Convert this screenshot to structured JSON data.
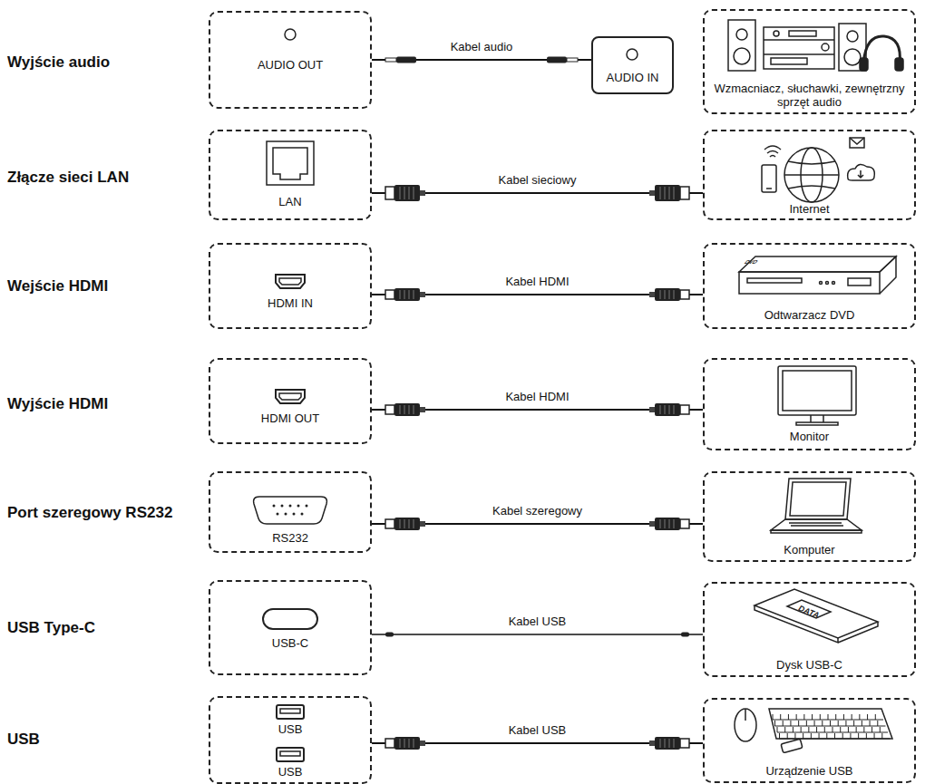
{
  "diagram": {
    "nodes": [
      {
        "text": [
          "AUDIO OUT"
        ]
      },
      {
        "text": [
          "AUDIO IN"
        ]
      },
      {
        "text": [
          "Wzmacniacz, słuchawki, zewnętrzny sprzęt audio"
        ]
      },
      {
        "text": [
          "LAN"
        ]
      },
      {
        "text": [
          "Internet"
        ]
      },
      {
        "text": [
          "HDMI IN"
        ]
      },
      {
        "text": [
          "Odtwarzacz DVD"
        ]
      },
      {
        "text": [
          "HDMI OUT"
        ]
      },
      {
        "text": [
          "Monitor"
        ]
      },
      {
        "text": [
          "RS232"
        ]
      },
      {
        "text": [
          "Komputer"
        ]
      },
      {
        "text": [
          "USB-C"
        ]
      },
      {
        "text": [
          "Dysk USB-C"
        ]
      },
      {
        "text": [
          "USB",
          "USB"
        ]
      },
      {
        "text": [
          "Urządzenie USB"
        ]
      }
    ],
    "edges": [
      {
        "from": 0,
        "to": 1,
        "label": "Kabel audio",
        "arrow": "none"
      },
      {
        "from": 3,
        "to": 4,
        "label": "Kabel sieciowy",
        "arrow": "none"
      },
      {
        "from": 5,
        "to": 6,
        "label": "Kabel HDMI",
        "arrow": "none"
      },
      {
        "from": 7,
        "to": 8,
        "label": "Kabel HDMI",
        "arrow": "none"
      },
      {
        "from": 9,
        "to": 10,
        "label": "Kabel szeregowy",
        "arrow": "none"
      },
      {
        "from": 11,
        "to": 12,
        "label": "Kabel USB",
        "arrow": "none"
      },
      {
        "from": 13,
        "to": 14,
        "label": "Kabel USB",
        "arrow": "none"
      }
    ],
    "labels": [
      "Wyjście audio",
      "Złącze sieci LAN",
      "Wejście HDMI",
      "Wyjście HDMI",
      "Port szeregowy RS232",
      "USB Type-C",
      "USB",
      "DVD",
      "DATA"
    ]
  }
}
